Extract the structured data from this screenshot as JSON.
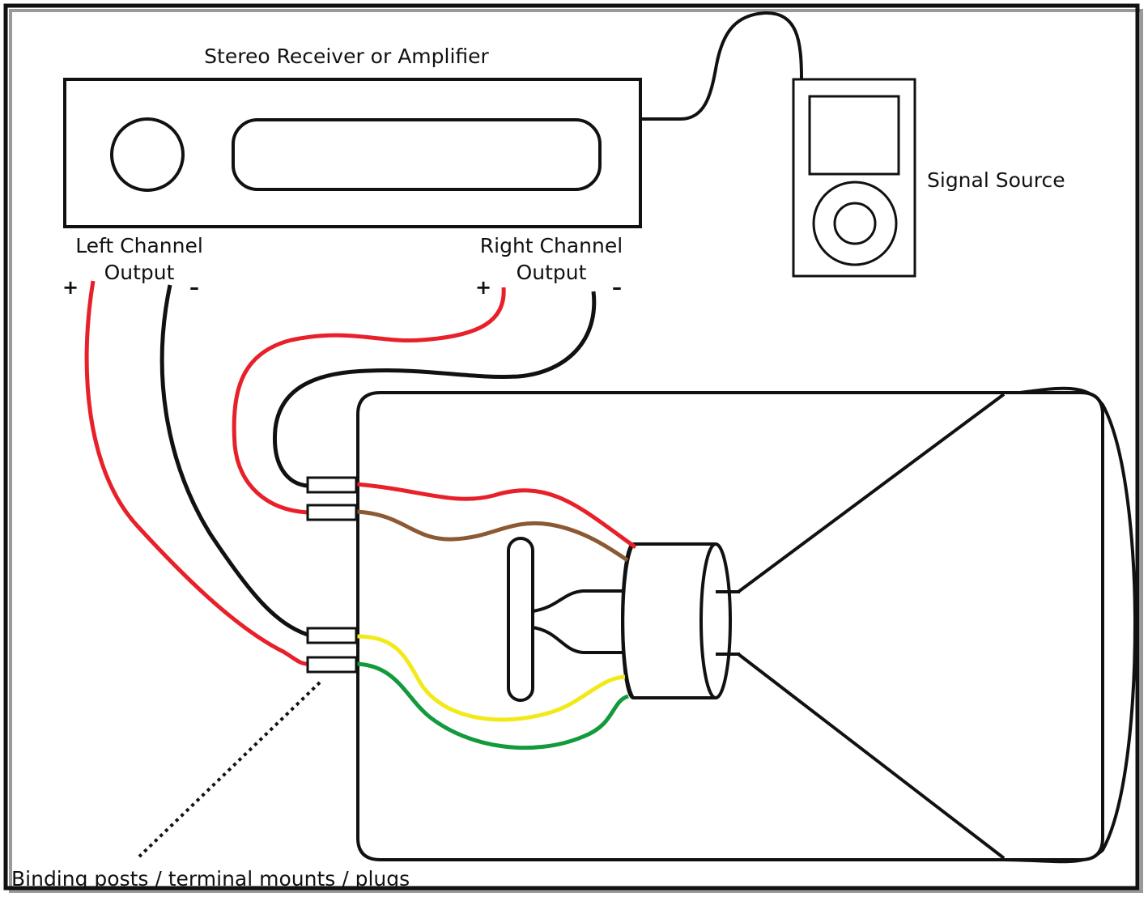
{
  "labels": {
    "receiver": "Stereo Receiver or Amplifier",
    "source": "Signal Source",
    "left_line1": "Left Channel",
    "left_line2": "Output",
    "right_line1": "Right Channel",
    "right_line2": "Output",
    "plus": "+",
    "minus": "–",
    "posts": "Binding posts / terminal mounts / plugs"
  },
  "colors": {
    "red": "#e8202a",
    "black": "#111111",
    "brown": "#8b5a34",
    "yellow": "#f2ea18",
    "green": "#139a3c",
    "outline": "#111111",
    "shadow": "#9a9a9a"
  }
}
